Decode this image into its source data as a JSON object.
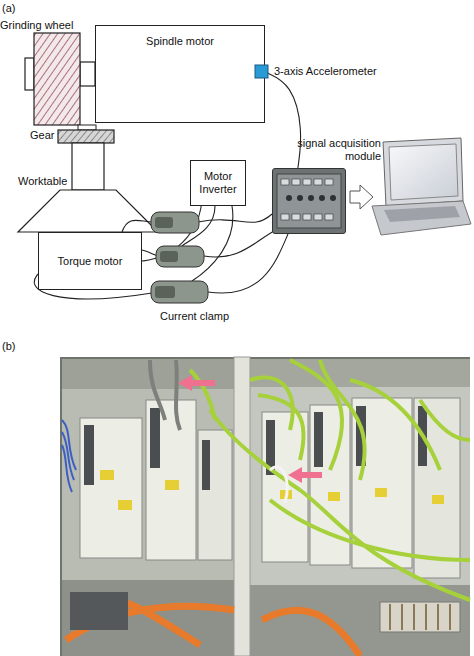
{
  "diagram": {
    "nodes": [
      {
        "text": [
          "Spindle motor"
        ]
      },
      {
        "text": [
          "signal acquisition module"
        ]
      },
      {
        "text": [
          "Motor Inverter"
        ]
      },
      {
        "text": [
          "Torque motor"
        ]
      }
    ],
    "edges": [
      {
        "from": 0,
        "to": 1,
        "arrow": "none"
      },
      {
        "from": 2,
        "to": 3,
        "arrow": "none"
      }
    ],
    "labels": [
      "(a)",
      "Grinding wheel",
      "3-axis Accelerometer",
      "Gear",
      "Worktable",
      "Current clamp",
      "(b)"
    ]
  }
}
